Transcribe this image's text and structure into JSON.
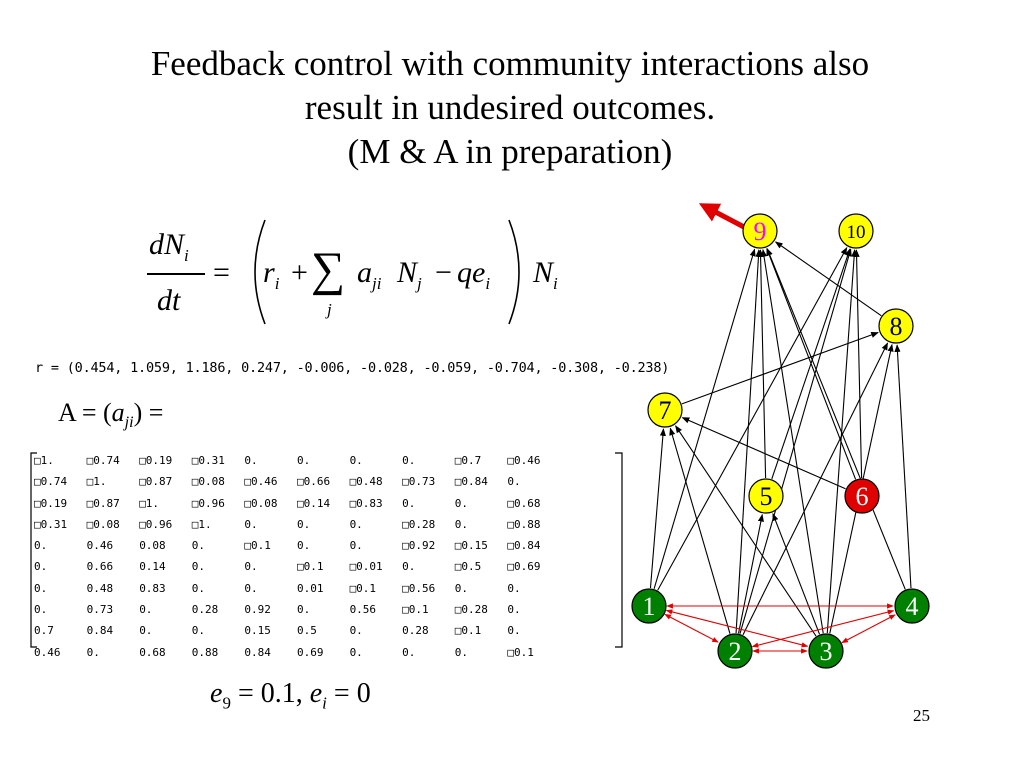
{
  "title": {
    "line1": "Feedback control with community interactions also",
    "line2": "result in undesired outcomes.",
    "line3": "(M & A in preparation)"
  },
  "equation": {
    "num_d": "d",
    "num_N": "N",
    "num_i": "i",
    "den": "dt",
    "equals": "=",
    "r": "r",
    "r_sub": "i",
    "plus": "+",
    "sigma": "∑",
    "sigma_sub": "j",
    "a": "a",
    "a_sub": "ji",
    "N": "N",
    "N_sub": "j",
    "minus": "−",
    "qe": "qe",
    "qe_sub": "i",
    "N2": "N",
    "N2_sub": "i"
  },
  "r_vector": "r = (0.454, 1.059, 1.186, 0.247, -0.006, -0.028, -0.059, -0.704, -0.308, -0.238)",
  "matrix_label": {
    "A": "A",
    "eq1": " = (",
    "a": "a",
    "sub": "ji",
    "close": ") ="
  },
  "matrix": [
    [
      "□1.",
      "□0.74",
      "□0.19",
      "□0.31",
      "0.",
      "0.",
      "0.",
      "0.",
      "□0.7",
      "□0.46"
    ],
    [
      "□0.74",
      "□1.",
      "□0.87",
      "□0.08",
      "□0.46",
      "□0.66",
      "□0.48",
      "□0.73",
      "□0.84",
      "0."
    ],
    [
      "□0.19",
      "□0.87",
      "□1.",
      "□0.96",
      "□0.08",
      "□0.14",
      "□0.83",
      "0.",
      "0.",
      "□0.68"
    ],
    [
      "□0.31",
      "□0.08",
      "□0.96",
      "□1.",
      "0.",
      "0.",
      "0.",
      "□0.28",
      "0.",
      "□0.88"
    ],
    [
      "0.",
      "0.46",
      "0.08",
      "0.",
      "□0.1",
      "0.",
      "0.",
      "□0.92",
      "□0.15",
      "□0.84"
    ],
    [
      "0.",
      "0.66",
      "0.14",
      "0.",
      "0.",
      "□0.1",
      "□0.01",
      "0.",
      "□0.5",
      "□0.69"
    ],
    [
      "0.",
      "0.48",
      "0.83",
      "0.",
      "0.",
      "0.01",
      "□0.1",
      "□0.56",
      "0.",
      "0."
    ],
    [
      "0.",
      "0.73",
      "0.",
      "0.28",
      "0.92",
      "0.",
      "0.56",
      "□0.1",
      "□0.28",
      "0."
    ],
    [
      "0.7",
      "0.84",
      "0.",
      "0.",
      "0.15",
      "0.5",
      "0.",
      "0.28",
      "□0.1",
      "0."
    ],
    [
      "0.46",
      "0.",
      "0.68",
      "0.88",
      "0.84",
      "0.69",
      "0.",
      "0.",
      "0.",
      "□0.1"
    ]
  ],
  "e_values": {
    "e": "e",
    "e_sub": "9",
    "part1": " = 0.1, ",
    "e2": "e",
    "e2_sub": "i",
    "part2": " = 0"
  },
  "page_number": "25",
  "network": {
    "colors": {
      "green": "#008000",
      "yellow": "#ffff00",
      "red": "#e00000",
      "magenta": "#ff00ff",
      "edge": "#000000",
      "red_edge": "#e00000"
    },
    "nodes": [
      {
        "id": "1",
        "label": "1",
        "fill": "#008000",
        "text": "#ffffff"
      },
      {
        "id": "2",
        "label": "2",
        "fill": "#008000",
        "text": "#ffffff"
      },
      {
        "id": "3",
        "label": "3",
        "fill": "#008000",
        "text": "#ffffff"
      },
      {
        "id": "4",
        "label": "4",
        "fill": "#008000",
        "text": "#ffffff"
      },
      {
        "id": "5",
        "label": "5",
        "fill": "#ffff00",
        "text": "#000000"
      },
      {
        "id": "6",
        "label": "6",
        "fill": "#e00000",
        "text": "#ffffff"
      },
      {
        "id": "7",
        "label": "7",
        "fill": "#ffff00",
        "text": "#000000"
      },
      {
        "id": "8",
        "label": "8",
        "fill": "#ffff00",
        "text": "#000000"
      },
      {
        "id": "9",
        "label": "9",
        "fill": "#ffff00",
        "text": "#ff00ff"
      },
      {
        "id": "10",
        "label": "10",
        "fill": "#ffff00",
        "text": "#000000"
      }
    ]
  }
}
